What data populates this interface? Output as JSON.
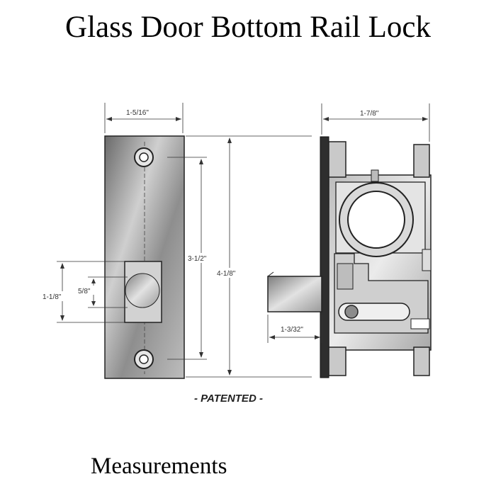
{
  "title": "Glass Door Bottom Rail Lock",
  "caption": "Measurements",
  "dimensions": {
    "faceplate_width": "1-5/16\"",
    "body_depth": "1-7/8\"",
    "hole_spacing": "3-1/2\"",
    "overall_height": "4-1/8\"",
    "bolt_opening_outer": "1-1/8\"",
    "bolt_opening_inner": "5/8\"",
    "bolt_throw": "1-3/32\""
  },
  "patent_label": "- PATENTED -",
  "colors": {
    "ink": "#1a1a1a",
    "metal_light": "#d8d8d8",
    "metal_mid": "#9a9a9a",
    "metal_dark": "#3a3a3a"
  }
}
